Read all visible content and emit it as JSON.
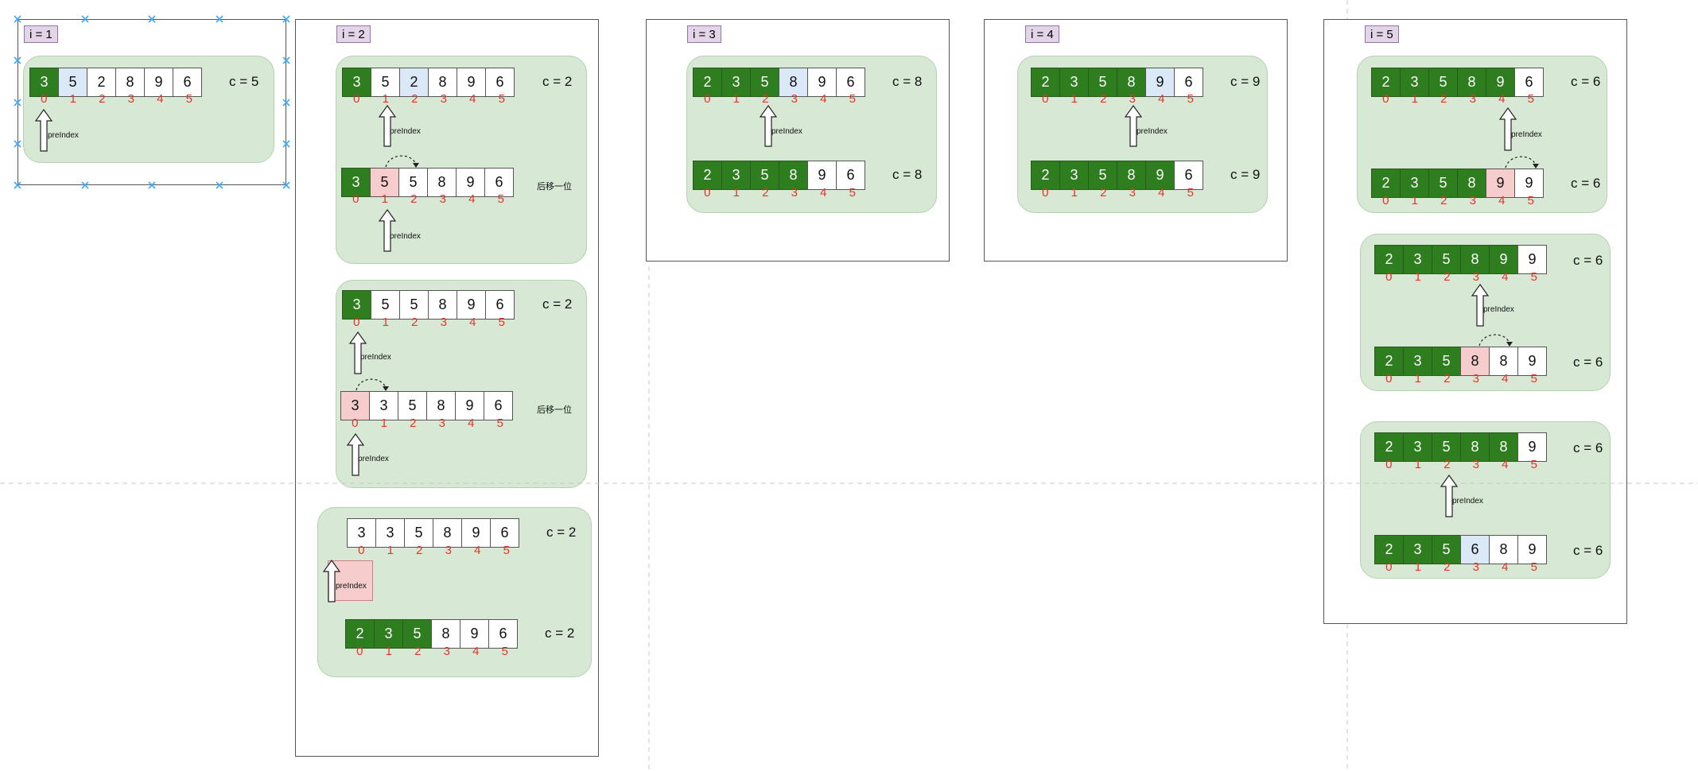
{
  "texts": {
    "c5": "c = 5",
    "c2": "c = 2",
    "c8": "c = 8",
    "c9": "c = 9",
    "c6": "c = 6",
    "pointer": "preIndex",
    "shift_note": "后移一位",
    "indices": [
      "0",
      "1",
      "2",
      "3",
      "4",
      "5"
    ]
  },
  "frames": [
    {
      "label": "i = 1"
    },
    {
      "label": "i = 2"
    },
    {
      "label": "i = 3"
    },
    {
      "label": "i = 4"
    },
    {
      "label": "i = 5"
    }
  ],
  "rows": [
    {
      "frame": 1,
      "values": [
        "3",
        "5",
        "2",
        "8",
        "9",
        "6"
      ],
      "fills": [
        "green",
        "blue",
        "white",
        "white",
        "white",
        "white"
      ],
      "label": "c = 5"
    },
    {
      "frame": 2,
      "values": [
        "3",
        "5",
        "2",
        "8",
        "9",
        "6"
      ],
      "fills": [
        "green",
        "white",
        "blue",
        "white",
        "white",
        "white"
      ],
      "label": "c = 2"
    },
    {
      "frame": 2,
      "values": [
        "3",
        "5",
        "5",
        "8",
        "9",
        "6"
      ],
      "fills": [
        "green",
        "pink",
        "white",
        "white",
        "white",
        "white"
      ],
      "label": "后移一位"
    },
    {
      "frame": 2,
      "values": [
        "3",
        "5",
        "5",
        "8",
        "9",
        "6"
      ],
      "fills": [
        "green",
        "white",
        "white",
        "white",
        "white",
        "white"
      ],
      "label": "c = 2"
    },
    {
      "frame": 2,
      "values": [
        "3",
        "3",
        "5",
        "8",
        "9",
        "6"
      ],
      "fills": [
        "pink",
        "white",
        "white",
        "white",
        "white",
        "white"
      ],
      "label": "后移一位"
    },
    {
      "frame": 2,
      "values": [
        "3",
        "3",
        "5",
        "8",
        "9",
        "6"
      ],
      "fills": [
        "white",
        "white",
        "white",
        "white",
        "white",
        "white"
      ],
      "label": "c = 2"
    },
    {
      "frame": 2,
      "values": [
        "2",
        "3",
        "5",
        "8",
        "9",
        "6"
      ],
      "fills": [
        "green",
        "green",
        "green",
        "white",
        "white",
        "white"
      ],
      "label": "c = 2"
    },
    {
      "frame": 3,
      "values": [
        "2",
        "3",
        "5",
        "8",
        "9",
        "6"
      ],
      "fills": [
        "green",
        "green",
        "green",
        "blue",
        "white",
        "white"
      ],
      "label": "c = 8"
    },
    {
      "frame": 3,
      "values": [
        "2",
        "3",
        "5",
        "8",
        "9",
        "6"
      ],
      "fills": [
        "green",
        "green",
        "green",
        "green",
        "white",
        "white"
      ],
      "label": "c = 8"
    },
    {
      "frame": 4,
      "values": [
        "2",
        "3",
        "5",
        "8",
        "9",
        "6"
      ],
      "fills": [
        "green",
        "green",
        "green",
        "green",
        "blue",
        "white"
      ],
      "label": "c = 9"
    },
    {
      "frame": 4,
      "values": [
        "2",
        "3",
        "5",
        "8",
        "9",
        "6"
      ],
      "fills": [
        "green",
        "green",
        "green",
        "green",
        "green",
        "white"
      ],
      "label": "c = 9"
    },
    {
      "frame": 5,
      "values": [
        "2",
        "3",
        "5",
        "8",
        "9",
        "6"
      ],
      "fills": [
        "green",
        "green",
        "green",
        "green",
        "green",
        "white"
      ],
      "label": "c = 6"
    },
    {
      "frame": 5,
      "values": [
        "2",
        "3",
        "5",
        "8",
        "9",
        "9"
      ],
      "fills": [
        "green",
        "green",
        "green",
        "green",
        "pink",
        "white"
      ],
      "label": "c = 6"
    },
    {
      "frame": 5,
      "values": [
        "2",
        "3",
        "5",
        "8",
        "9",
        "9"
      ],
      "fills": [
        "green",
        "green",
        "green",
        "green",
        "green",
        "white"
      ],
      "label": "c = 6"
    },
    {
      "frame": 5,
      "values": [
        "2",
        "3",
        "5",
        "8",
        "8",
        "9"
      ],
      "fills": [
        "green",
        "green",
        "green",
        "pink",
        "white",
        "white"
      ],
      "label": "c = 6"
    },
    {
      "frame": 5,
      "values": [
        "2",
        "3",
        "5",
        "8",
        "8",
        "9"
      ],
      "fills": [
        "green",
        "green",
        "green",
        "green",
        "green",
        "white"
      ],
      "label": "c = 6"
    },
    {
      "frame": 5,
      "values": [
        "2",
        "3",
        "5",
        "6",
        "8",
        "9"
      ],
      "fills": [
        "green",
        "green",
        "green",
        "blue",
        "white",
        "white"
      ],
      "label": "c = 6"
    }
  ],
  "colors": {
    "sorted": "#2e7d1f",
    "current": "#dbe8f7",
    "shifted": "#f6cccc",
    "panel": "#d7e8d5",
    "tag": "#e1d5e7",
    "index_text": "#e0352b"
  }
}
